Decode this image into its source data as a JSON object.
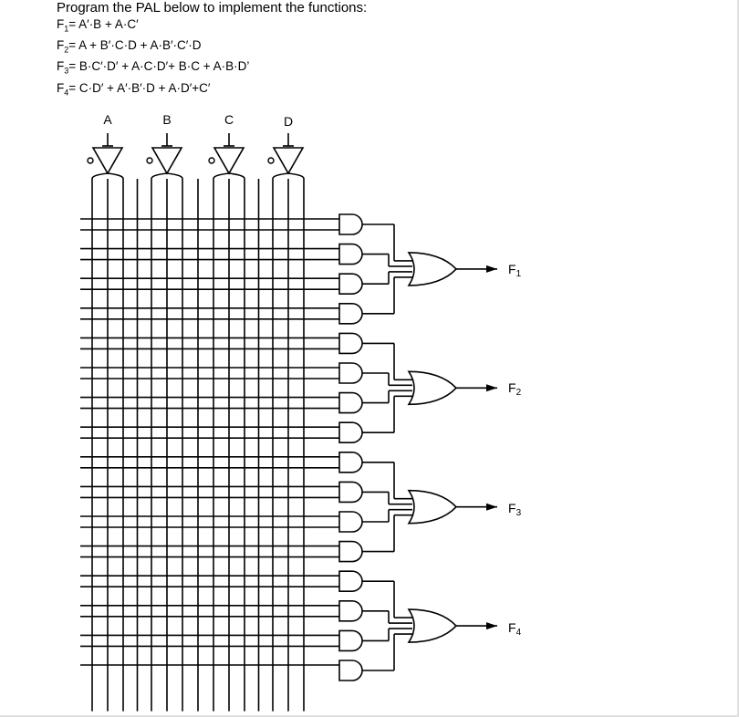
{
  "problem": {
    "prompt": "Program the PAL below to implement the functions:",
    "functions": [
      {
        "label": "F",
        "sub": "1",
        "expr": "= A′·B + A·C′"
      },
      {
        "label": "F",
        "sub": "2",
        "expr": "= A + B′·C·D + A·B′·C′·D"
      },
      {
        "label": "F",
        "sub": "3",
        "expr": "= B·C′·D′ + A·C·D′+ B·C + A·B·D’"
      },
      {
        "label": "F",
        "sub": "4",
        "expr": "= C·D′ + A′·B′·D + A·D′+C′"
      }
    ]
  },
  "pal": {
    "inputs": [
      "A",
      "B",
      "C",
      "D"
    ],
    "outputs": [
      {
        "label": "F",
        "sub": "1"
      },
      {
        "label": "F",
        "sub": "2"
      },
      {
        "label": "F",
        "sub": "3"
      },
      {
        "label": "F",
        "sub": "4"
      }
    ],
    "and_gates_per_output": 4,
    "line_color": "#000000"
  }
}
